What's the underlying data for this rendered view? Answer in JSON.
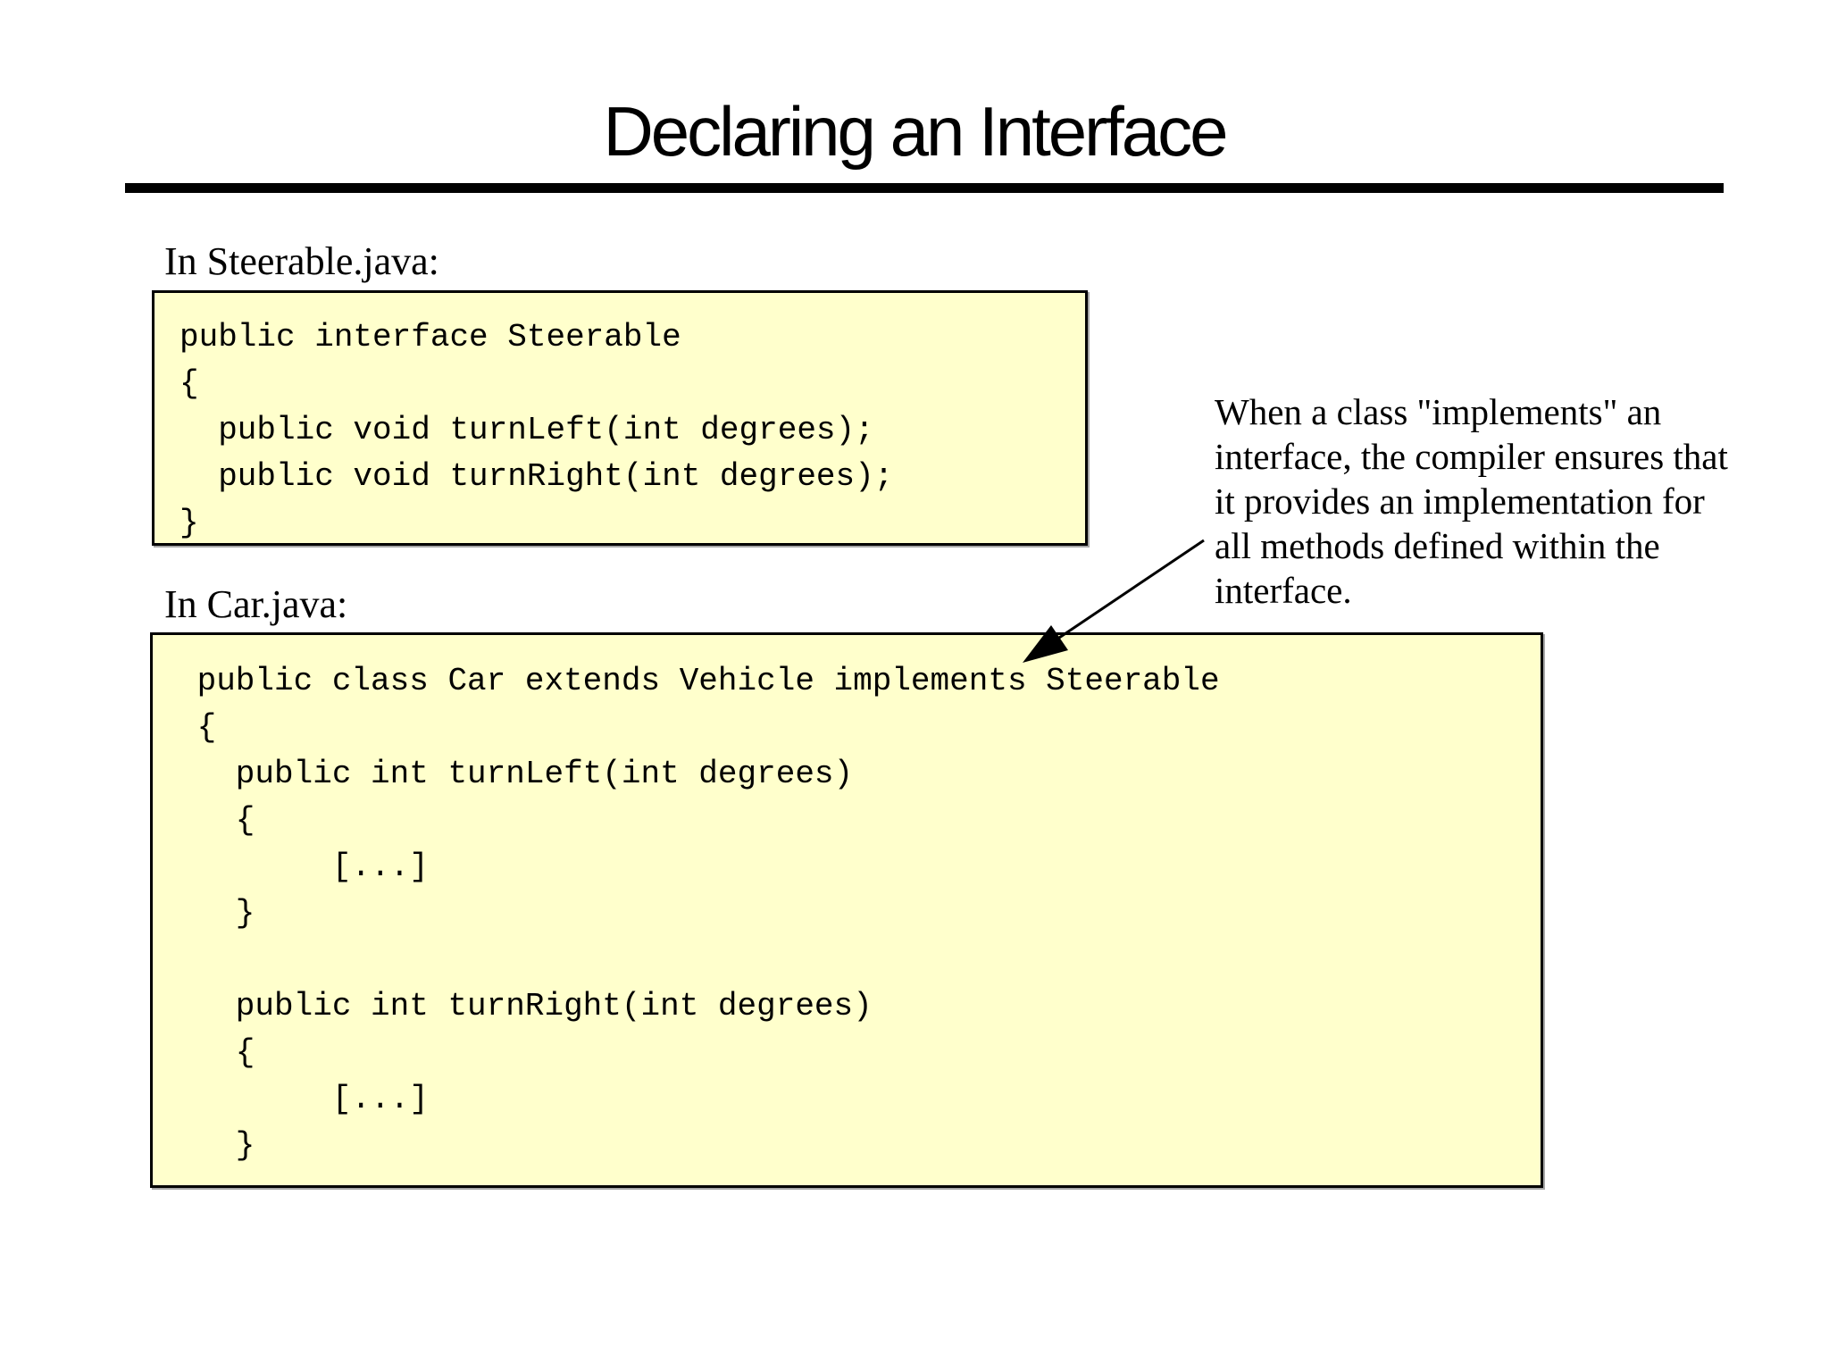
{
  "slide": {
    "title": "Declaring an Interface"
  },
  "steerable_section": {
    "label": "In Steerable.java:",
    "code_lines": [
      "public interface Steerable",
      "{",
      "  public void turnLeft(int degrees);",
      "  public void turnRight(int degrees);",
      "}"
    ]
  },
  "car_section": {
    "label": "In Car.java:",
    "code_lines": [
      " public class Car extends Vehicle implements Steerable",
      " {",
      "   public int turnLeft(int degrees)",
      "   {",
      "        [...]",
      "   }",
      "",
      "   public int turnRight(int degrees)",
      "   {",
      "        [...]",
      "   }"
    ]
  },
  "annotation": {
    "note_lines": [
      "When a class \"implements\" an",
      "interface, the compiler ensures that",
      "it provides an implementation for",
      "all methods defined within the",
      "interface."
    ]
  },
  "colors": {
    "code_box_bg": "#FFFFCC",
    "code_box_border": "#000000",
    "text": "#000000",
    "background": "#FFFFFF"
  }
}
